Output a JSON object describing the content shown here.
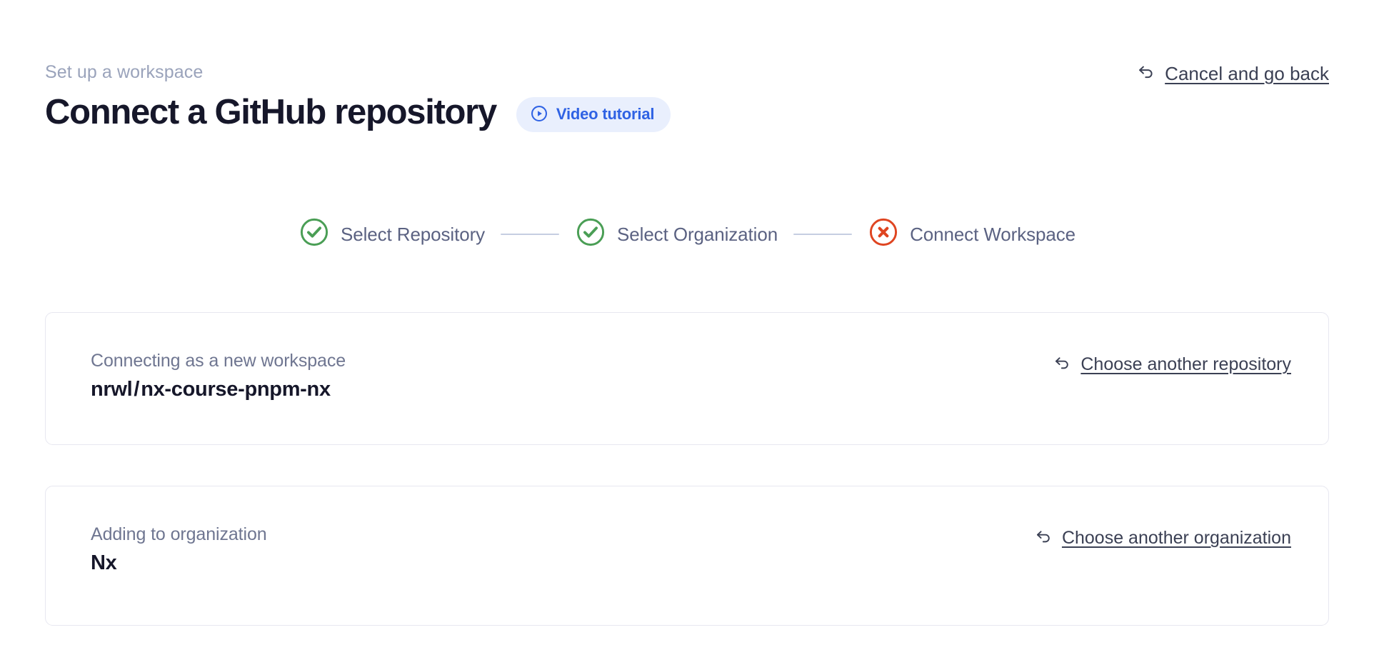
{
  "header": {
    "eyebrow": "Set up a workspace",
    "title": "Connect a GitHub repository",
    "video_badge_label": "Video tutorial",
    "video_badge_icon": "play-circle-icon",
    "cancel_label": "Cancel and go back",
    "cancel_icon": "undo-arrow-icon"
  },
  "stepper": {
    "steps": [
      {
        "label": "Select Repository",
        "state": "complete",
        "icon": "check-circle-icon",
        "color": "#4a9e55"
      },
      {
        "label": "Select Organization",
        "state": "complete",
        "icon": "check-circle-icon",
        "color": "#4a9e55"
      },
      {
        "label": "Connect Workspace",
        "state": "error",
        "icon": "x-circle-icon",
        "color": "#df4521"
      }
    ],
    "connector_color": "#c6cee1",
    "label_color": "#5b6282"
  },
  "cards": [
    {
      "name": "repository-card",
      "caption": "Connecting as a new workspace",
      "value_owner": "nrwl",
      "value_separator": "/",
      "value_repo": "nx-course-pnpm-nx",
      "link_label": "Choose another repository",
      "link_icon": "undo-arrow-icon"
    },
    {
      "name": "organization-card",
      "caption": "Adding to organization",
      "value": "Nx",
      "link_label": "Choose another organization",
      "link_icon": "undo-arrow-icon"
    }
  ],
  "colors": {
    "background": "#ffffff",
    "title": "#16172a",
    "eyebrow": "#9aa3bb",
    "accent_blue": "#2f62e4",
    "badge_bg": "#e9effd",
    "card_border": "#e7e7f0",
    "link_text": "#3b4054",
    "success_green": "#4a9e55",
    "error_red": "#df4521"
  }
}
